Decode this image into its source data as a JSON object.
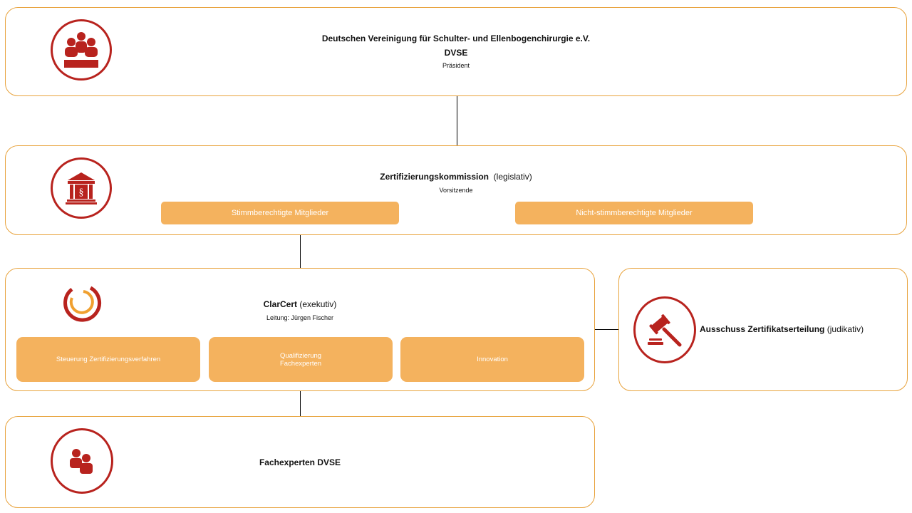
{
  "colors": {
    "accent": "#b8231e",
    "border": "#e8a33d",
    "pill": "#f4b25e"
  },
  "president": {
    "title": "Deutschen Vereinigung für Schulter- und Ellenbogenchirurgie  e.V.",
    "abbr": "DVSE",
    "role": "Präsident",
    "icon": "group-icon"
  },
  "commission": {
    "title": "Zertifizierungskommission",
    "qualifier": "(legislativ)",
    "role": "Vorsitzende",
    "icon": "courthouse-icon",
    "pills": [
      "Stimmberechtigte  Mitglieder",
      "Nicht-stimmberechtigte Mitglieder"
    ]
  },
  "clarcert": {
    "title": "ClarCert",
    "qualifier": "(exekutiv)",
    "lead": "Leitung: Jürgen Fischer",
    "icon": "clarcert-logo-icon",
    "pills": [
      {
        "line1": "Steuerung Zertifizierungsverfahren",
        "line2": ""
      },
      {
        "line1": "Qualifizierung",
        "line2": "Fachexperten"
      },
      {
        "line1": "Innovation",
        "line2": ""
      }
    ]
  },
  "committee": {
    "title": "Ausschuss  Zertifikatserteilung",
    "qualifier": "(judikativ)",
    "icon": "gavel-icon"
  },
  "experts": {
    "title": "Fachexperten DVSE",
    "icon": "people-icon"
  }
}
